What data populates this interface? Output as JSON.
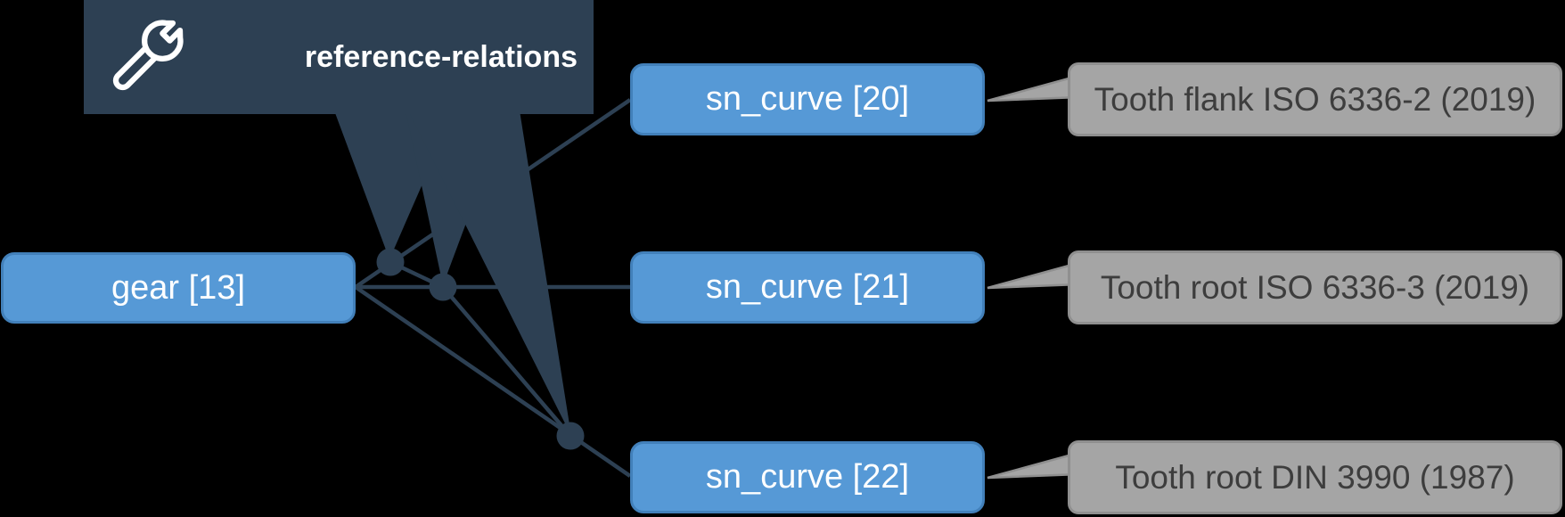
{
  "tooltip": {
    "label": "reference-relations",
    "icon": "wrench-icon"
  },
  "graph": {
    "source_node": {
      "label": "gear [13]"
    },
    "target_nodes": [
      {
        "label": "sn_curve [20]",
        "annotation": "Tooth flank ISO 6336-2 (2019)"
      },
      {
        "label": "sn_curve [21]",
        "annotation": "Tooth root ISO 6336-3 (2019)"
      },
      {
        "label": "sn_curve [22]",
        "annotation": "Tooth root DIN 3990 (1987)"
      }
    ]
  },
  "colors": {
    "background": "#000000",
    "node_fill": "#5699d6",
    "node_border": "#4280ba",
    "node_text": "#ffffff",
    "relation": "#2d4053",
    "tooltip_bg": "#2d4053",
    "callout_fill": "#a5a5a5",
    "callout_border": "#8f8f8f",
    "callout_text": "#3d3d3d"
  }
}
